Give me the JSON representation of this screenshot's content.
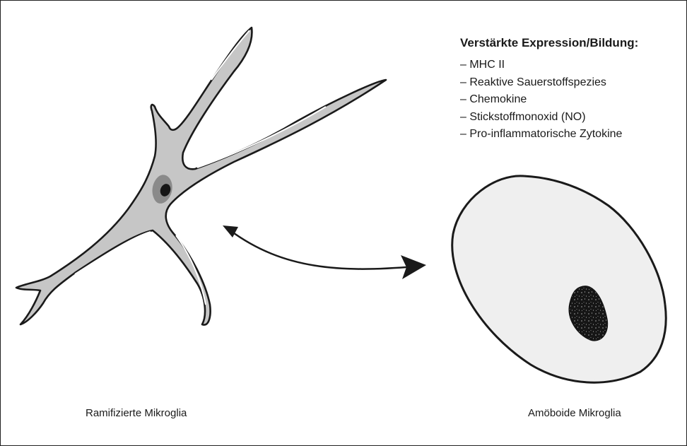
{
  "heading": "Verstärkte Expression/Bildung:",
  "items": [
    "– MHC II",
    "– Reaktive Sauerstoffspezies",
    "– Chemokine",
    "– Stickstoffmonoxid (NO)",
    "– Pro-inflammatorische Zytokine"
  ],
  "labels": {
    "ramified": "Ramifizierte Mikroglia",
    "amoeboid": "Amöboide Mikroglia"
  },
  "colors": {
    "outline": "#1a1a1a",
    "cell_fill": "#c6c6c6",
    "nucleus_halo": "#8a8a8a",
    "amoeboid_fill": "#efefef",
    "nucleus_dark": "#151515"
  }
}
